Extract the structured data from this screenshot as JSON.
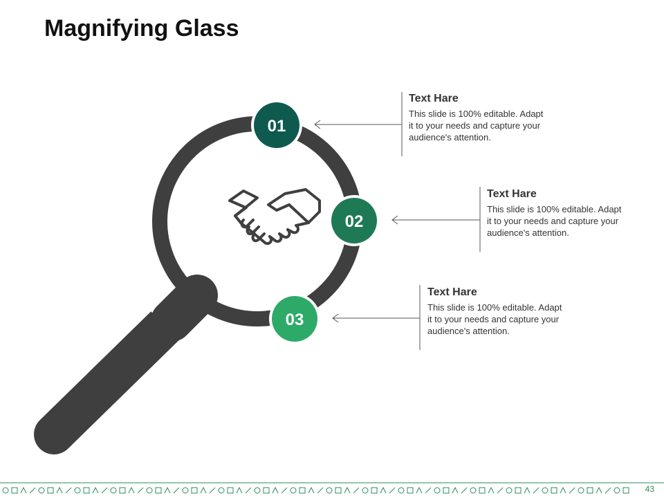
{
  "title": "Magnifying Glass",
  "colors": {
    "glass": "#3f3f3f",
    "step1": "#0e5a4f",
    "step2": "#1e7a55",
    "step3": "#2eaa68",
    "footer": "#2e8b57"
  },
  "center_icon": "handshake-icon",
  "steps": [
    {
      "number": "01",
      "heading": "Text Hare",
      "body": "This slide is 100% editable. Adapt it to your needs and capture your audience's attention."
    },
    {
      "number": "02",
      "heading": "Text Hare",
      "body": "This slide is 100% editable. Adapt it to your needs and capture your audience's attention."
    },
    {
      "number": "03",
      "heading": "Text Hare",
      "body": "This slide is 100% editable. Adapt it to your needs and capture your audience's attention."
    }
  ],
  "page_number": "43"
}
